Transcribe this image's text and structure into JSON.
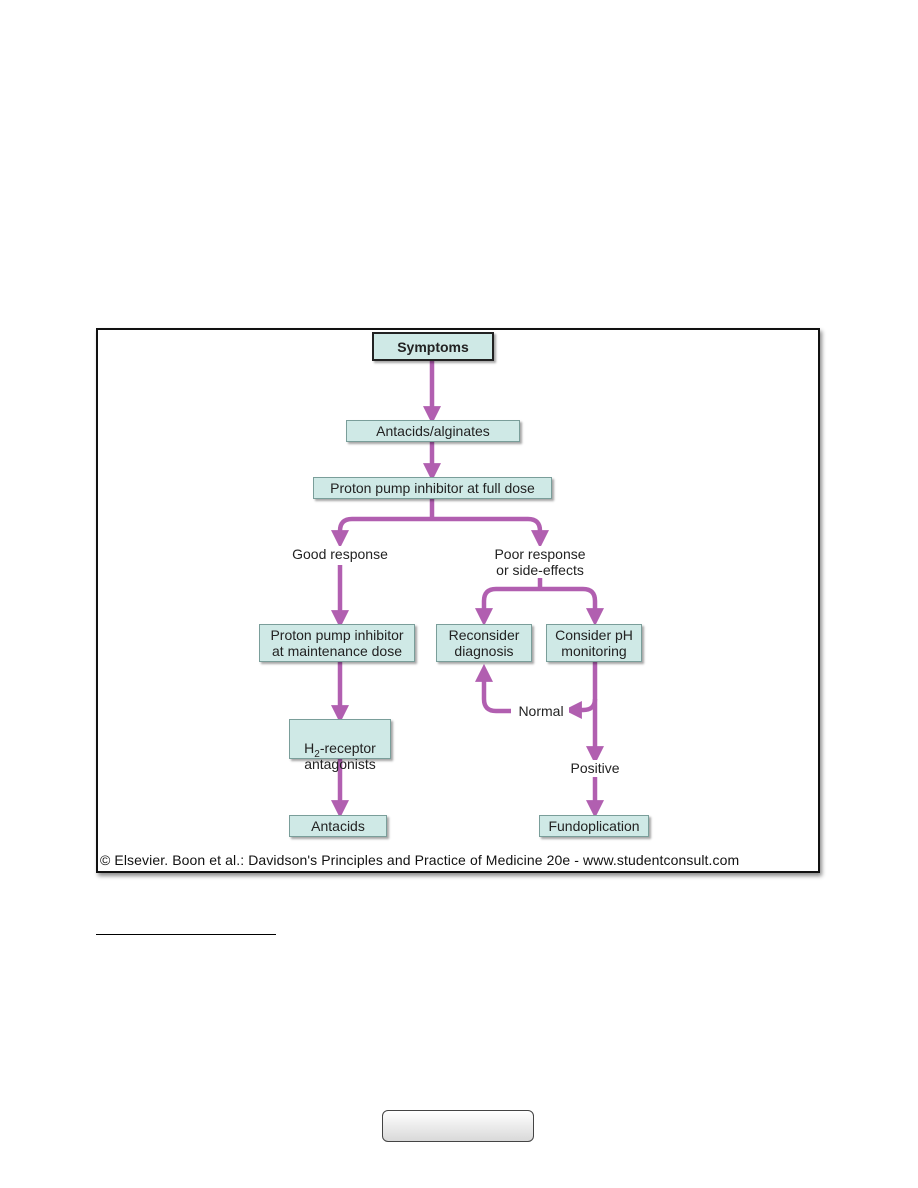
{
  "diagram": {
    "nodes": {
      "symptoms": "Symptoms",
      "antacids_alginates": "Antacids/alginates",
      "ppi_full": "Proton pump inhibitor at full dose",
      "ppi_maintenance": "Proton pump inhibitor\nat maintenance dose",
      "h2_prefix": "H",
      "h2_sub": "2",
      "h2_suffix": "-receptor\nantagonists",
      "antacids": "Antacids",
      "reconsider": "Reconsider\ndiagnosis",
      "consider_ph": "Consider pH\nmonitoring",
      "fundoplication": "Fundoplication"
    },
    "labels": {
      "good_response": "Good response",
      "poor_response": "Poor response\nor side-effects",
      "normal": "Normal",
      "positive": "Positive"
    },
    "arrow_color": "#b15fb0",
    "box_color": "#cfe9e6",
    "credit": "© Elsevier. Boon et al.: Davidson's Principles and Practice of Medicine 20e - www.studentconsult.com"
  }
}
